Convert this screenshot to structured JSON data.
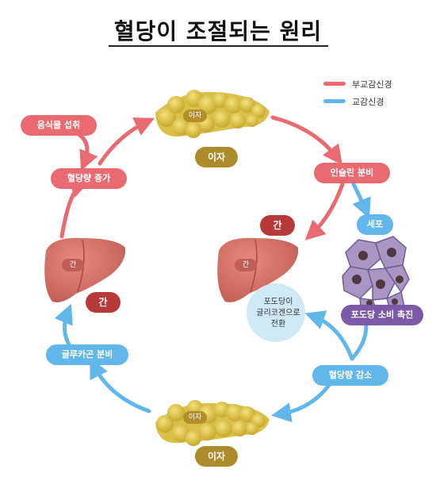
{
  "title": "혈당이 조절되는 원리",
  "legend": [
    {
      "label": "부교감신경",
      "color": "#ea6a72"
    },
    {
      "label": "교감신경",
      "color": "#62b7ea"
    }
  ],
  "nodes": {
    "food_intake": "음식물 섭취",
    "glucose_up": "혈당량 증가",
    "insulin": "인슐린 분비",
    "cell": "세포",
    "glucose_use": "포도당 소비 촉진",
    "glucose_down": "혈당량 감소",
    "glucagon": "글루카곤 분비",
    "glycogen": "포도당이\n글리코겐으로\n전환"
  },
  "organs": {
    "pancreas_top_label": "이자",
    "pancreas_top_tag": "이자",
    "pancreas_bottom_label": "이자",
    "pancreas_bottom_tag": "이자",
    "liver_left_label": "간",
    "liver_left_tag": "간",
    "liver_right_label": "간",
    "liver_right_tag": "간"
  },
  "colors": {
    "parasympathetic": "#ea6a72",
    "sympathetic": "#62b7ea",
    "purple": "#7b5ba7",
    "brown": "#ad8a2c",
    "darkred": "#b73a38"
  }
}
